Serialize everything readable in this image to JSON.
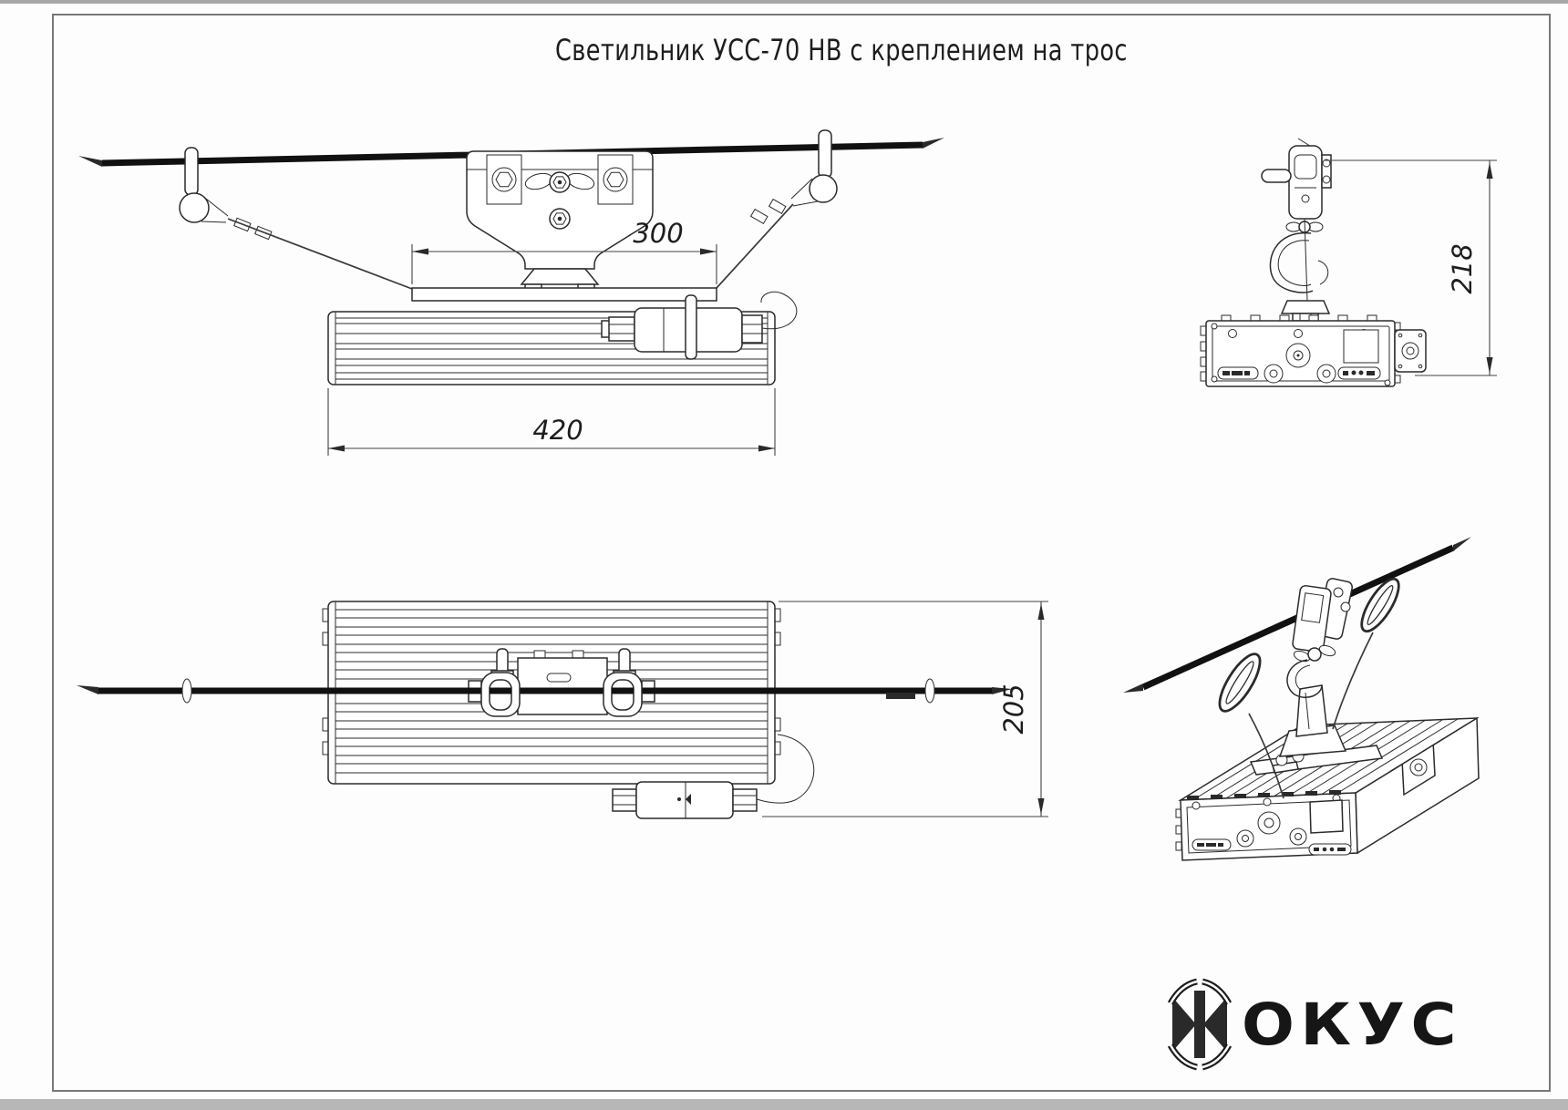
{
  "page": {
    "background": "#ffffff",
    "frame_color": "#75787b",
    "line_color": "#2b2b2b"
  },
  "title": "Светильник УСС-70 НВ с креплением на трос",
  "dimensions": {
    "mount_span": "300",
    "body_length": "420",
    "suspension_height": "218",
    "body_depth": "205"
  },
  "logo": {
    "glyph_letter": "Ф",
    "text": "ОКУС"
  }
}
